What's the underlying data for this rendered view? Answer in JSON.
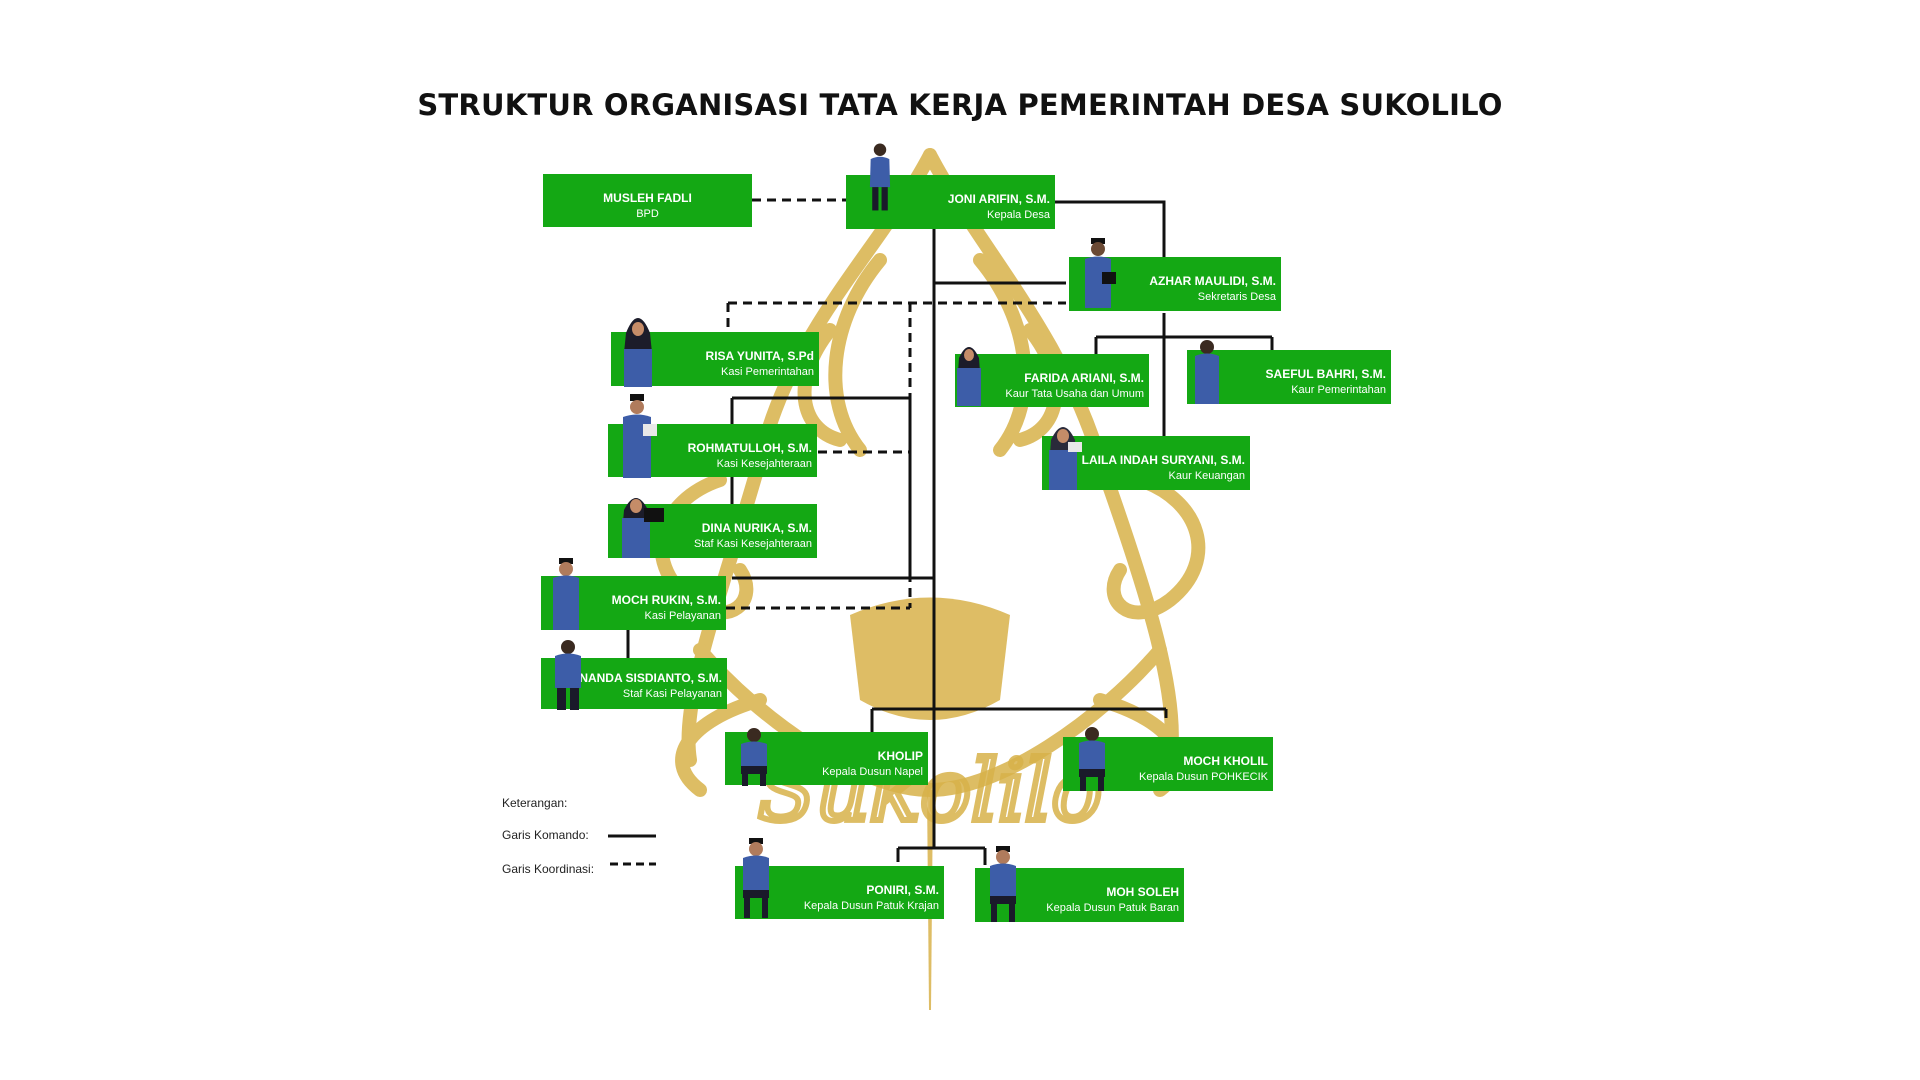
{
  "title": "STRUKTUR ORGANISASI TATA KERJA PEMERINTAH DESA SUKOLILO",
  "watermark_text": "Sukolilo",
  "colors": {
    "box": "#14a814",
    "line": "#111111",
    "watermark": "#d8b24a"
  },
  "members": [
    {
      "id": "bpd",
      "name": "MUSLEH FADLI",
      "role": "BPD"
    },
    {
      "id": "kades",
      "name": "JONI ARIFIN, S.M.",
      "role": "Kepala Desa"
    },
    {
      "id": "sekdes",
      "name": "AZHAR MAULIDI, S.M.",
      "role": "Sekretaris Desa"
    },
    {
      "id": "kasi-pem",
      "name": "RISA YUNITA, S.Pd",
      "role": "Kasi Pemerintahan"
    },
    {
      "id": "kaur-tu",
      "name": "FARIDA ARIANI, S.M.",
      "role": "Kaur Tata Usaha dan Umum"
    },
    {
      "id": "kaur-pem",
      "name": "SAEFUL BAHRI, S.M.",
      "role": "Kaur Pemerintahan"
    },
    {
      "id": "kasi-kesra",
      "name": "ROHMATULLOH, S.M.",
      "role": "Kasi Kesejahteraan"
    },
    {
      "id": "kaur-keu",
      "name": "LAILA INDAH SURYANI, S.M.",
      "role": "Kaur Keuangan"
    },
    {
      "id": "staf-kesra",
      "name": "DINA NURIKA, S.M.",
      "role": "Staf Kasi Kesejahteraan"
    },
    {
      "id": "kasi-pel",
      "name": "MOCH RUKIN, S.M.",
      "role": "Kasi Pelayanan"
    },
    {
      "id": "staf-pel",
      "name": "NANDA SISDIANTO, S.M.",
      "role": "Staf Kasi Pelayanan"
    },
    {
      "id": "kadus-napel",
      "name": "KHOLIP",
      "role": "Kepala Dusun Napel"
    },
    {
      "id": "kadus-pohkecik",
      "name": "MOCH KHOLIL",
      "role": "Kepala Dusun POHKECIK"
    },
    {
      "id": "kadus-krajan",
      "name": "PONIRI, S.M.",
      "role": "Kepala Dusun Patuk Krajan"
    },
    {
      "id": "kadus-baran",
      "name": "MOH SOLEH",
      "role": "Kepala Dusun Patuk Baran"
    }
  ],
  "legend": {
    "title": "Keterangan:",
    "command": "Garis Komando:",
    "coordination": "Garis Koordinasi:"
  }
}
